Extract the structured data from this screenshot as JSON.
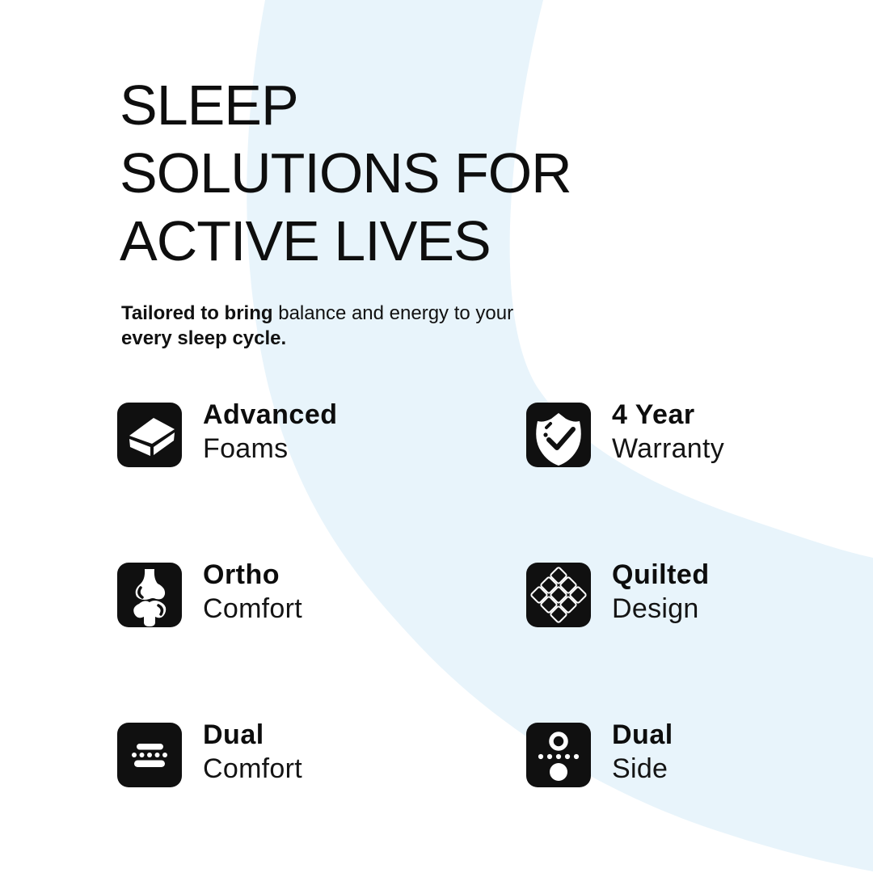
{
  "background": {
    "accent_color": "#E8F4FB",
    "shape": "large pale-blue crescent arc sweeping from top-center to bottom-right corner"
  },
  "heading": {
    "line1": "SLEEP",
    "line2": "SOLUTIONS FOR",
    "line3": "ACTIVE LIVES"
  },
  "subtitle": {
    "bold_lead": "Tailored to bring",
    "regular_mid": "balance and energy to your",
    "bold_tail": "every sleep cycle."
  },
  "features": [
    {
      "title": "Advanced",
      "subtitle": "Foams",
      "icon": "foam-layer-icon"
    },
    {
      "title": "4 Year",
      "subtitle": "Warranty",
      "icon": "shield-check-icon"
    },
    {
      "title": "Ortho",
      "subtitle": "Comfort",
      "icon": "bone-joint-icon"
    },
    {
      "title": "Quilted",
      "subtitle": "Design",
      "icon": "quilted-grid-icon"
    },
    {
      "title": "Dual",
      "subtitle": "Comfort",
      "icon": "mattress-layers-icon"
    },
    {
      "title": "Dual",
      "subtitle": "Side",
      "icon": "dual-side-dots-icon"
    }
  ],
  "colors": {
    "icon_background": "#101010",
    "icon_glyph": "#ffffff",
    "text": "#0E0E0E"
  }
}
